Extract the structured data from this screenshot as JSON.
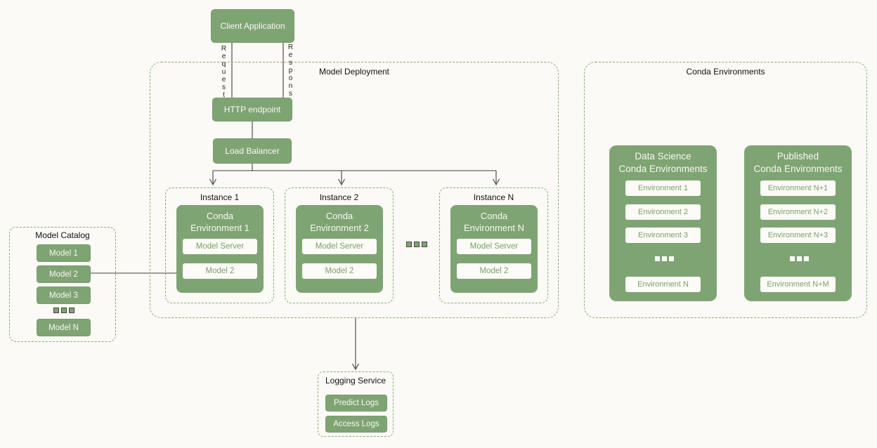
{
  "palette": {
    "node_green": "#7fa473",
    "dashed_border_green": "#85ac79",
    "background": "#fbfaf6",
    "chip_background": "#fcfbf7",
    "chip_text_green": "#78a069",
    "node_text": "#f7f8f2",
    "label_text": "#111111",
    "connector": "#3f3f3f"
  },
  "client_application": {
    "label": "Client Application"
  },
  "edges": {
    "request_label": "Request",
    "response_label": "Response"
  },
  "model_deployment": {
    "title": "Model Deployment",
    "http_endpoint": "HTTP endpoint",
    "load_balancer": "Load Balancer",
    "instances": [
      {
        "label": "Instance 1",
        "env_line1": "Conda",
        "env_line2": "Environment 1",
        "children": [
          "Model Server",
          "Model 2"
        ]
      },
      {
        "label": "Instance 2",
        "env_line1": "Conda",
        "env_line2": "Environment 2",
        "children": [
          "Model Server",
          "Model 2"
        ]
      },
      {
        "label": "Instance N",
        "env_line1": "Conda",
        "env_line2": "Environment N",
        "children": [
          "Model Server",
          "Model 2"
        ]
      }
    ]
  },
  "model_catalog": {
    "title": "Model Catalog",
    "models": [
      "Model 1",
      "Model 2",
      "Model 3",
      "Model N"
    ]
  },
  "conda_environments": {
    "title": "Conda Environments",
    "groups": [
      {
        "title_line1": "Data Science",
        "title_line2": "Conda Environments",
        "environments": [
          "Environment 1",
          "Environment 2",
          "Environment 3",
          "Environment N"
        ]
      },
      {
        "title_line1": "Published",
        "title_line2": "Conda Environments",
        "environments": [
          "Environment N+1",
          "Environment N+2",
          "Environment N+3",
          "Environment N+M"
        ]
      }
    ]
  },
  "logging_service": {
    "title": "Logging Service",
    "items": [
      "Predict Logs",
      "Access Logs"
    ]
  }
}
